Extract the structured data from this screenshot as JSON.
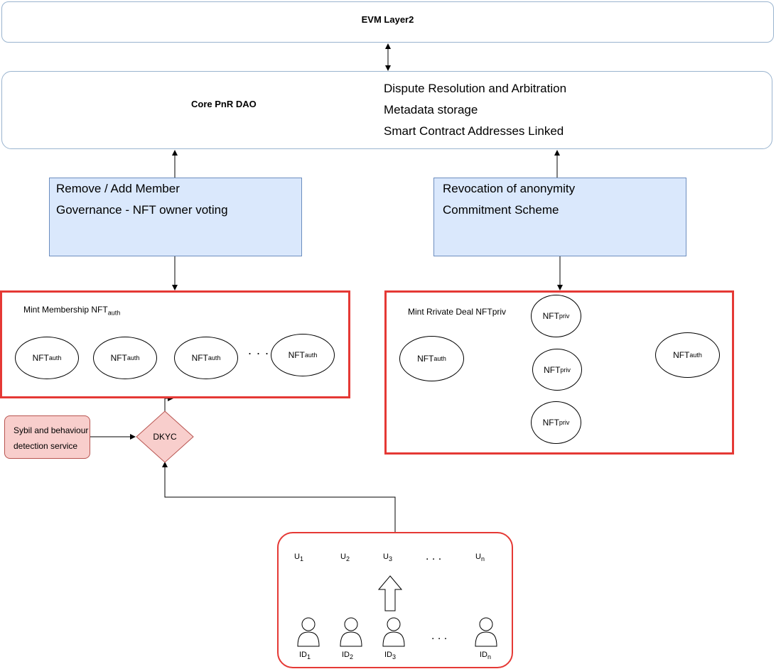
{
  "evm": {
    "title": "EVM Layer2"
  },
  "core": {
    "title": "Core PnR DAO",
    "items": [
      "Dispute Resolution and Arbitration",
      "Metadata storage",
      "Smart Contract  Addresses Linked"
    ]
  },
  "governance": {
    "lines": [
      "Remove / Add Member",
      "Governance - NFT owner voting"
    ]
  },
  "revocation": {
    "lines": [
      "Revocation of anonymity",
      "Commitment Scheme"
    ]
  },
  "membership": {
    "title_main": "Mint  Membership NFT",
    "title_sub": "auth",
    "nft_main": "NFT",
    "nft_sub": "auth",
    "ellipsis": ". . ."
  },
  "private_deal": {
    "title": "Mint  Rrivate Deal NFTpriv",
    "auth_main": "NFT",
    "auth_sub": "auth",
    "priv_main": "NFT",
    "priv_sub": "priv"
  },
  "sybil": {
    "lines": [
      "Sybil and behaviour",
      "detection service"
    ]
  },
  "dkyc": {
    "label": "DKYC"
  },
  "users": {
    "u": [
      {
        "main": "U",
        "sub": "1"
      },
      {
        "main": "U",
        "sub": "2"
      },
      {
        "main": "U",
        "sub": "3"
      },
      {
        "main": "U",
        "sub": "n"
      }
    ],
    "ids": [
      {
        "main": "ID",
        "sub": "1"
      },
      {
        "main": "ID",
        "sub": "2"
      },
      {
        "main": "ID",
        "sub": "3"
      },
      {
        "main": "ID",
        "sub": "n"
      }
    ],
    "ellipsis": ". . ."
  },
  "colors": {
    "red": "#e53935",
    "blue_fill": "#dae8fc",
    "pink_fill": "#f8cecc"
  },
  "icons": [
    "person-icon",
    "up-arrow-icon"
  ]
}
